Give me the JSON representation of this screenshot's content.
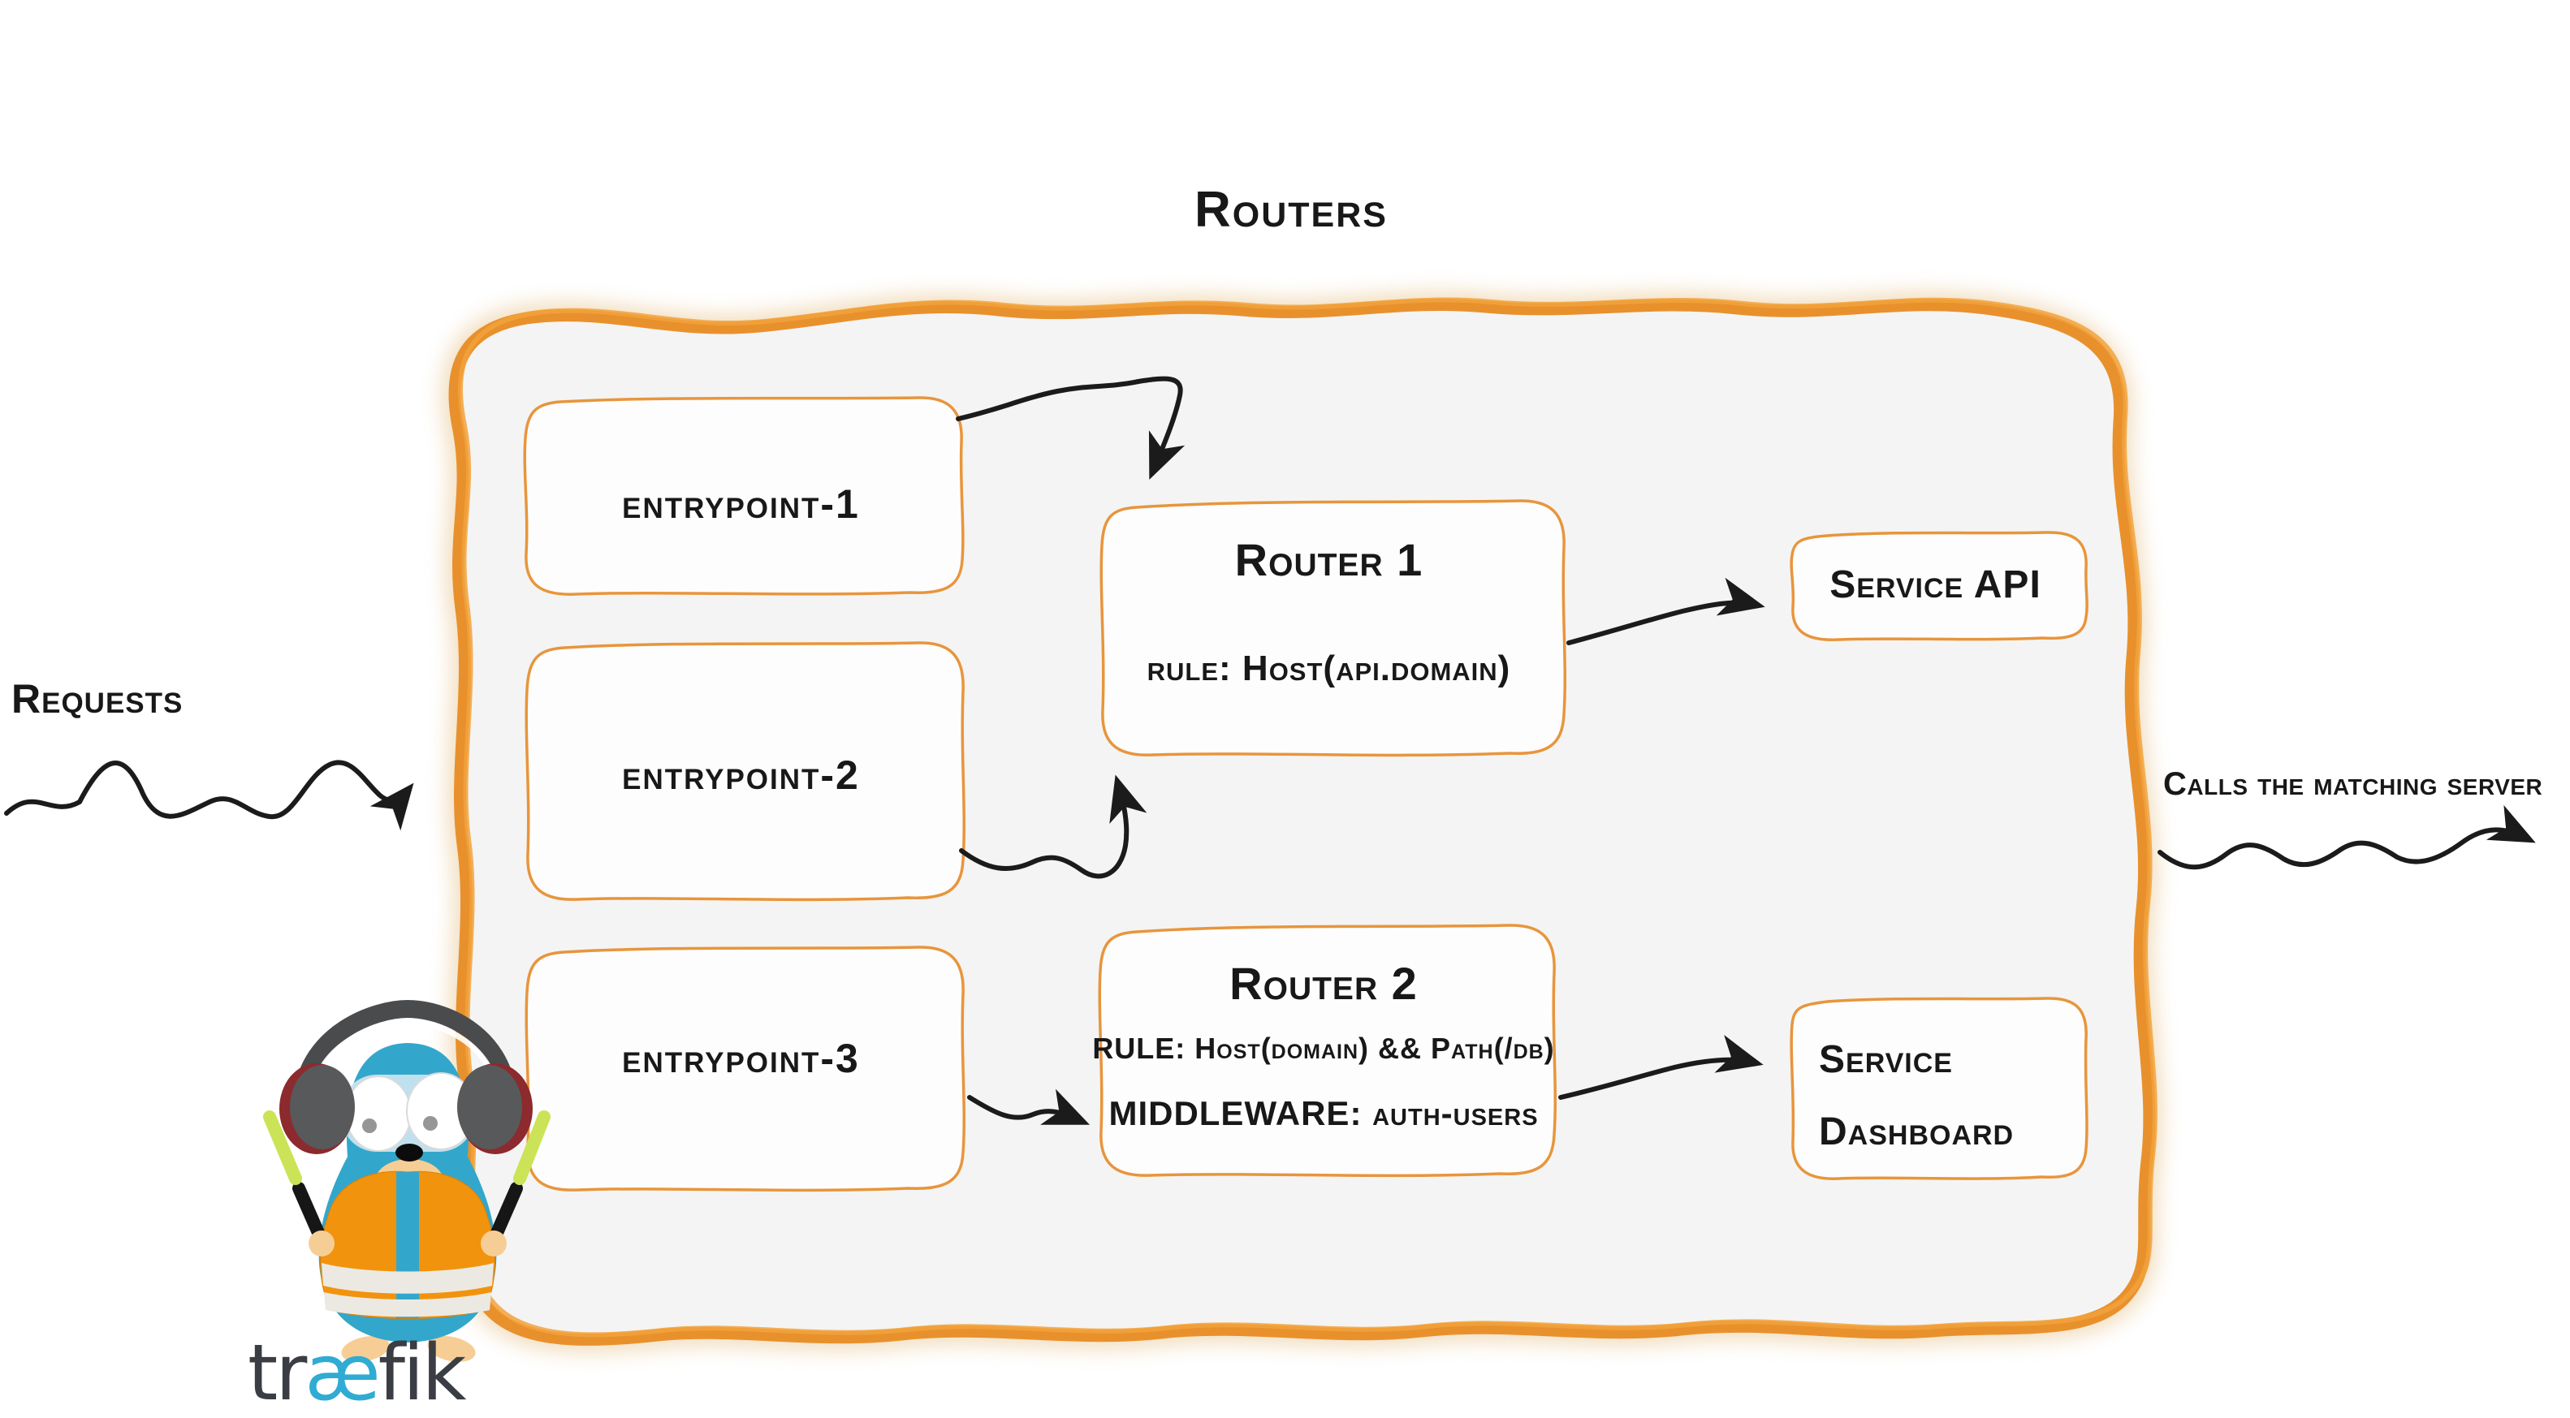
{
  "title": "Routers",
  "labels": {
    "requests": "Requests",
    "calls": "Calls the matching server"
  },
  "entrypoints": [
    {
      "label": "entrypoint-1"
    },
    {
      "label": "entrypoint-2"
    },
    {
      "label": "entrypoint-3"
    }
  ],
  "routers": [
    {
      "name": "Router 1",
      "rule": "rule: Host(api.domain)"
    },
    {
      "name": "Router 2",
      "rule": "RULE: Host(domain) && Path(/db)",
      "middleware": "MIDDLEWARE: auth-users"
    }
  ],
  "services": [
    {
      "label": "Service API"
    },
    {
      "label": "Service Dashboard"
    }
  ],
  "logo": {
    "prefix": "tr",
    "ligature": "æ",
    "suffix": "fik"
  },
  "colors": {
    "container_stroke": "#E8912C",
    "container_accent": "#F2A23C",
    "container_fill": "#F4F4F4",
    "box_fill": "#FDFDFD",
    "box_stroke": "#E8953C",
    "arrow": "#1B1B1B",
    "text": "#181818",
    "logo_dark": "#3A3D43",
    "logo_blue": "#2FABD4",
    "gopher_teal": "#33A7CB",
    "vest_orange": "#F2930D",
    "baton_green": "#CBE356",
    "muzzle_tan": "#F6CE95"
  }
}
